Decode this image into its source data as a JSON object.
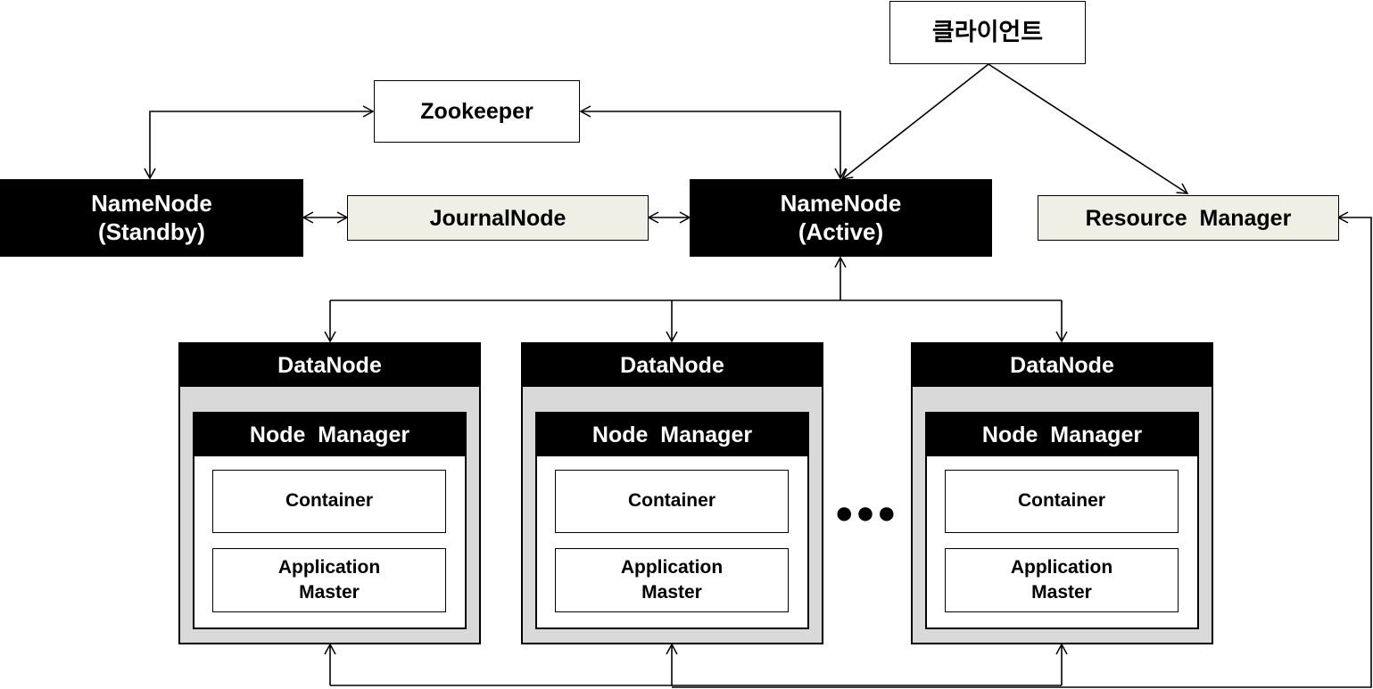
{
  "nodes": {
    "client": "클라이언트",
    "zookeeper": "Zookeeper",
    "namenode_standby": "NameNode\n(Standby)",
    "journalnode": "JournalNode",
    "namenode_active": "NameNode\n(Active)",
    "resource_manager": "Resource  Manager"
  },
  "datanodes": [
    {
      "title": "DataNode",
      "node_manager": "Node  Manager",
      "container": "Container",
      "app_master": "Application\nMaster"
    },
    {
      "title": "DataNode",
      "node_manager": "Node  Manager",
      "container": "Container",
      "app_master": "Application\nMaster"
    },
    {
      "title": "DataNode",
      "node_manager": "Node  Manager",
      "container": "Container",
      "app_master": "Application\nMaster"
    }
  ],
  "ellipsis": "●●●",
  "colors": {
    "black_box": "#000000",
    "beige_box": "#efefe6",
    "datanode_fill": "#d9d9d9",
    "line": "#000000"
  }
}
